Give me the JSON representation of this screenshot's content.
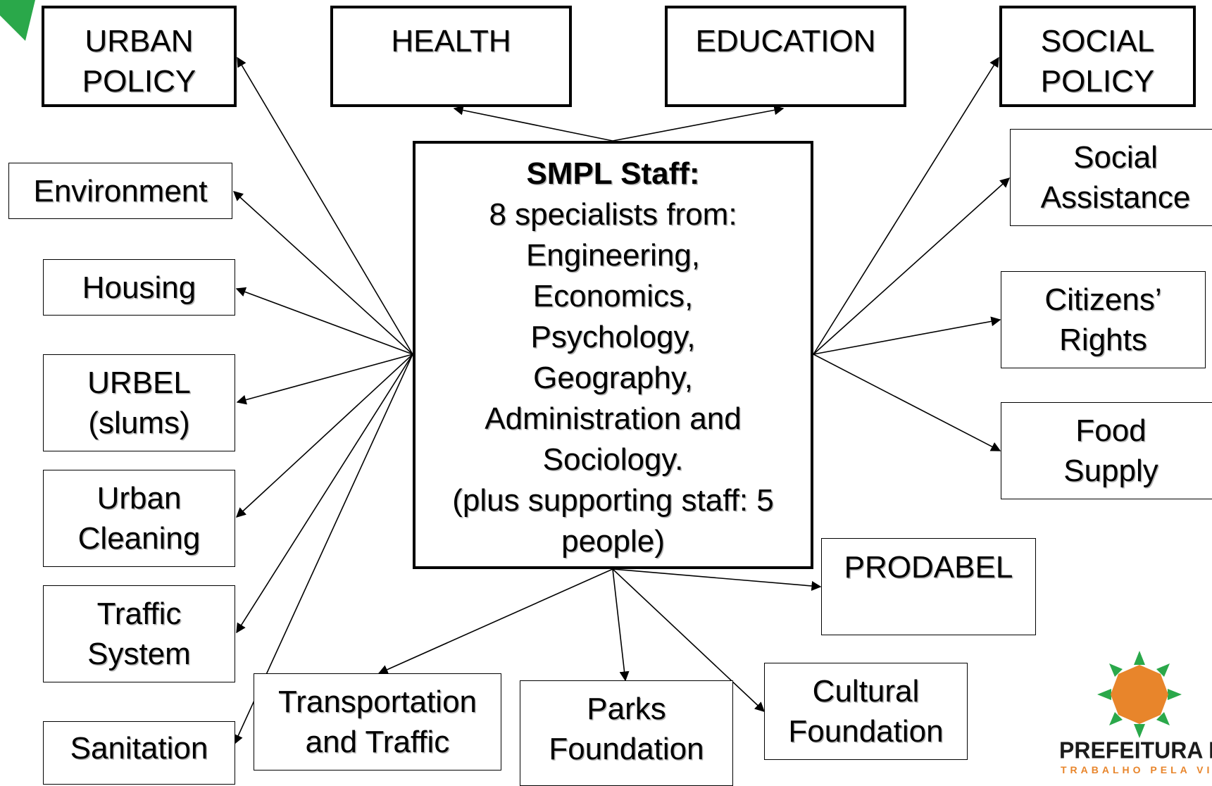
{
  "nodes": {
    "center": {
      "heading": "SMPL Staff:",
      "body": "8 specialists from:\nEngineering,\nEconomics,\nPsychology,\nGeography,\nAdministration and\nSociology.\n(plus supporting staff: 5\npeople)"
    },
    "urban_policy": "URBAN\nPOLICY",
    "health": "HEALTH",
    "education": "EDUCATION",
    "social_policy": "SOCIAL\nPOLICY",
    "environment": "Environment",
    "housing": "Housing",
    "urbel": "URBEL\n(slums)",
    "urban_cleaning": "Urban\nCleaning",
    "traffic_system": "Traffic\nSystem",
    "sanitation": "Sanitation",
    "transportation": "Transportation\nand Traffic",
    "parks": "Parks\nFoundation",
    "cultural": "Cultural\nFoundation",
    "prodabel": "PRODABEL",
    "social_assistance": "Social\nAssistance",
    "citizens_rights": "Citizens’\nRights",
    "food_supply": "Food\nSupply"
  },
  "logo": {
    "name": "PREFEITURA BH",
    "tagline": "TRABALHO PELA VIDA",
    "colors": {
      "sun": "#e8852b",
      "rays": "#2aa84a",
      "text": "#1c1c1c"
    }
  },
  "colors": {
    "accent_corner": "#2aa84a",
    "line": "#000000"
  }
}
